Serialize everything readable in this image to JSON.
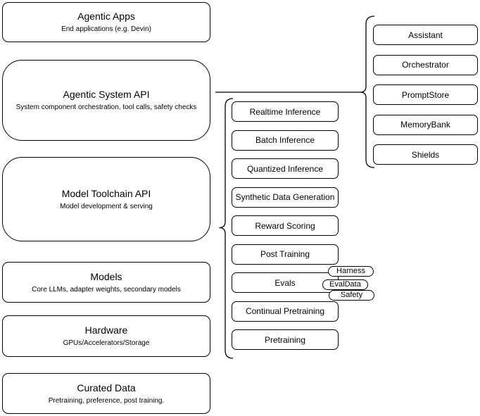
{
  "diagram": {
    "background_color": "#ffffff",
    "stroke_color": "#000000"
  },
  "stack": {
    "layers": [
      {
        "title": "Agentic Apps",
        "subtitle": "End applications (e.g. Devin)"
      },
      {
        "title": "Agentic System API",
        "subtitle": "System component orchestration, tool calls, safety checks"
      },
      {
        "title": "Model Toolchain API",
        "subtitle": "Model development & serving"
      },
      {
        "title": "Models",
        "subtitle": "Core LLMs, adapter weights, secondary models"
      },
      {
        "title": "Hardware",
        "subtitle": "GPUs/Accelerators/Storage"
      },
      {
        "title": "Curated Data",
        "subtitle": "Pretraining, preference, post training."
      }
    ]
  },
  "toolchain_services": {
    "items": [
      "Realtime Inference",
      "Batch Inference",
      "Quantized Inference",
      "Synthetic Data Generation",
      "Reward Scoring",
      "Post Training",
      "Evals",
      "Continual Pretraining",
      "Pretraining"
    ]
  },
  "system_components": {
    "items": [
      "Assistant",
      "Orchestrator",
      "PromptStore",
      "MemoryBank",
      "Shields"
    ]
  },
  "evals_tags": {
    "items": [
      "Harness",
      "EvalData",
      "Safety"
    ]
  }
}
